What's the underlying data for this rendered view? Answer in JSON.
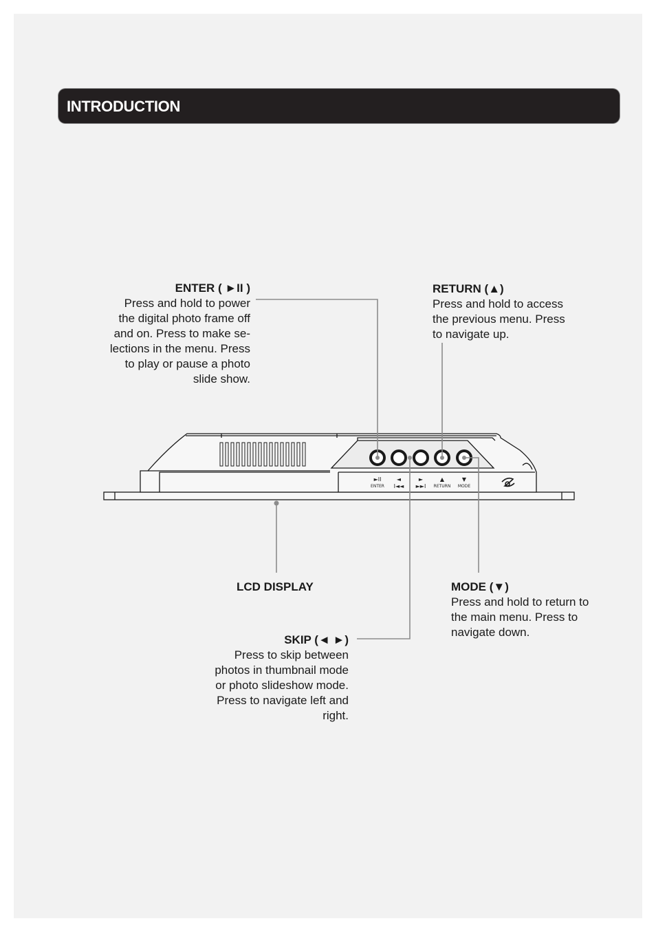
{
  "header": {
    "title": "INTRODUCTION"
  },
  "callouts": {
    "enter": {
      "title": "ENTER ( ►II )",
      "lines": [
        "Press and hold to power",
        "the digital photo frame off",
        "and on. Press to make se-",
        "lections in the menu. Press",
        "to play or pause a photo",
        "slide show."
      ]
    },
    "return": {
      "title": "RETURN (▲)",
      "lines": [
        "Press and hold to access",
        "the previous menu. Press",
        "to navigate up."
      ]
    },
    "lcd": {
      "title": "LCD DISPLAY"
    },
    "mode": {
      "title": "MODE (▼)",
      "lines": [
        "Press and hold to return to",
        "the main menu. Press to",
        "navigate down."
      ]
    },
    "skip": {
      "title": "SKIP (◄ ►)",
      "lines": [
        "Press to skip between",
        "photos in thumbnail mode",
        "or photo slideshow mode.",
        "Press to navigate left and",
        "right."
      ]
    }
  },
  "device": {
    "button_labels": [
      "ENTER",
      "RETURN",
      "MODE"
    ],
    "button_symbols": [
      "►II",
      "◄",
      "►",
      "▲",
      "▼",
      "I◄◄",
      "►►I"
    ],
    "icons": [
      "vent-grille-icon",
      "brand-logo-icon"
    ]
  },
  "colors": {
    "header_bg": "#231f20",
    "page_bg": "#f2f2f2",
    "leader_line": "#8c8c8c"
  }
}
